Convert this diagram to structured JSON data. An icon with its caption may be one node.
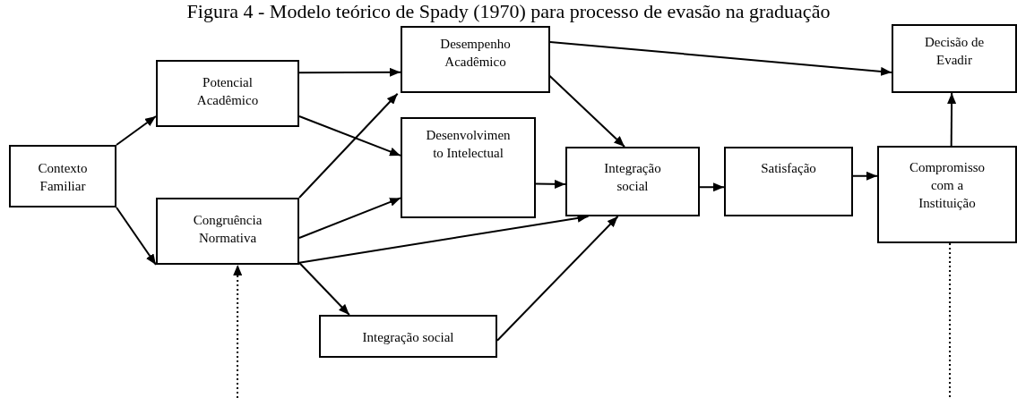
{
  "diagram": {
    "title": "Figura 4 - Modelo teórico de Spady (1970) para processo de evasão na graduação",
    "nodes": [
      {
        "text": [
          "Contexto Familiar"
        ]
      },
      {
        "text": [
          "Potencial Acadêmico"
        ]
      },
      {
        "text": [
          "Congruência Normativa"
        ]
      },
      {
        "text": [
          "Desempenho Acadêmico"
        ]
      },
      {
        "text": [
          "Desenvolvimento Intelectual"
        ]
      },
      {
        "text": [
          "Integração social"
        ]
      },
      {
        "text": [
          "Integração social"
        ]
      },
      {
        "text": [
          "Satisfação"
        ]
      },
      {
        "text": [
          "Decisão de Evadir"
        ]
      },
      {
        "text": [
          "Compromisso com a Instituição"
        ]
      }
    ],
    "edges": [
      {
        "from": 0,
        "to": 1,
        "arrow": "to"
      },
      {
        "from": 0,
        "to": 2,
        "arrow": "to"
      },
      {
        "from": 1,
        "to": 3,
        "arrow": "to"
      },
      {
        "from": 1,
        "to": 4,
        "arrow": "to"
      },
      {
        "from": 2,
        "to": 3,
        "arrow": "to"
      },
      {
        "from": 2,
        "to": 4,
        "arrow": "to"
      },
      {
        "from": 2,
        "to": 5,
        "arrow": "to"
      },
      {
        "from": 2,
        "to": 6,
        "arrow": "to"
      },
      {
        "from": 3,
        "to": 5,
        "arrow": "to"
      },
      {
        "from": 3,
        "to": 8,
        "arrow": "to"
      },
      {
        "from": 4,
        "to": 5,
        "arrow": "to"
      },
      {
        "from": 5,
        "to": 7,
        "arrow": "to"
      },
      {
        "from": 6,
        "to": 5,
        "arrow": "to"
      },
      {
        "from": 7,
        "to": 9,
        "arrow": "to"
      },
      {
        "from": 9,
        "to": 8,
        "arrow": "to"
      },
      {
        "from": null,
        "to": 2,
        "arrow": "to",
        "style": "dashed"
      },
      {
        "from": 9,
        "to": null,
        "arrow": "none",
        "style": "dashed"
      }
    ]
  }
}
